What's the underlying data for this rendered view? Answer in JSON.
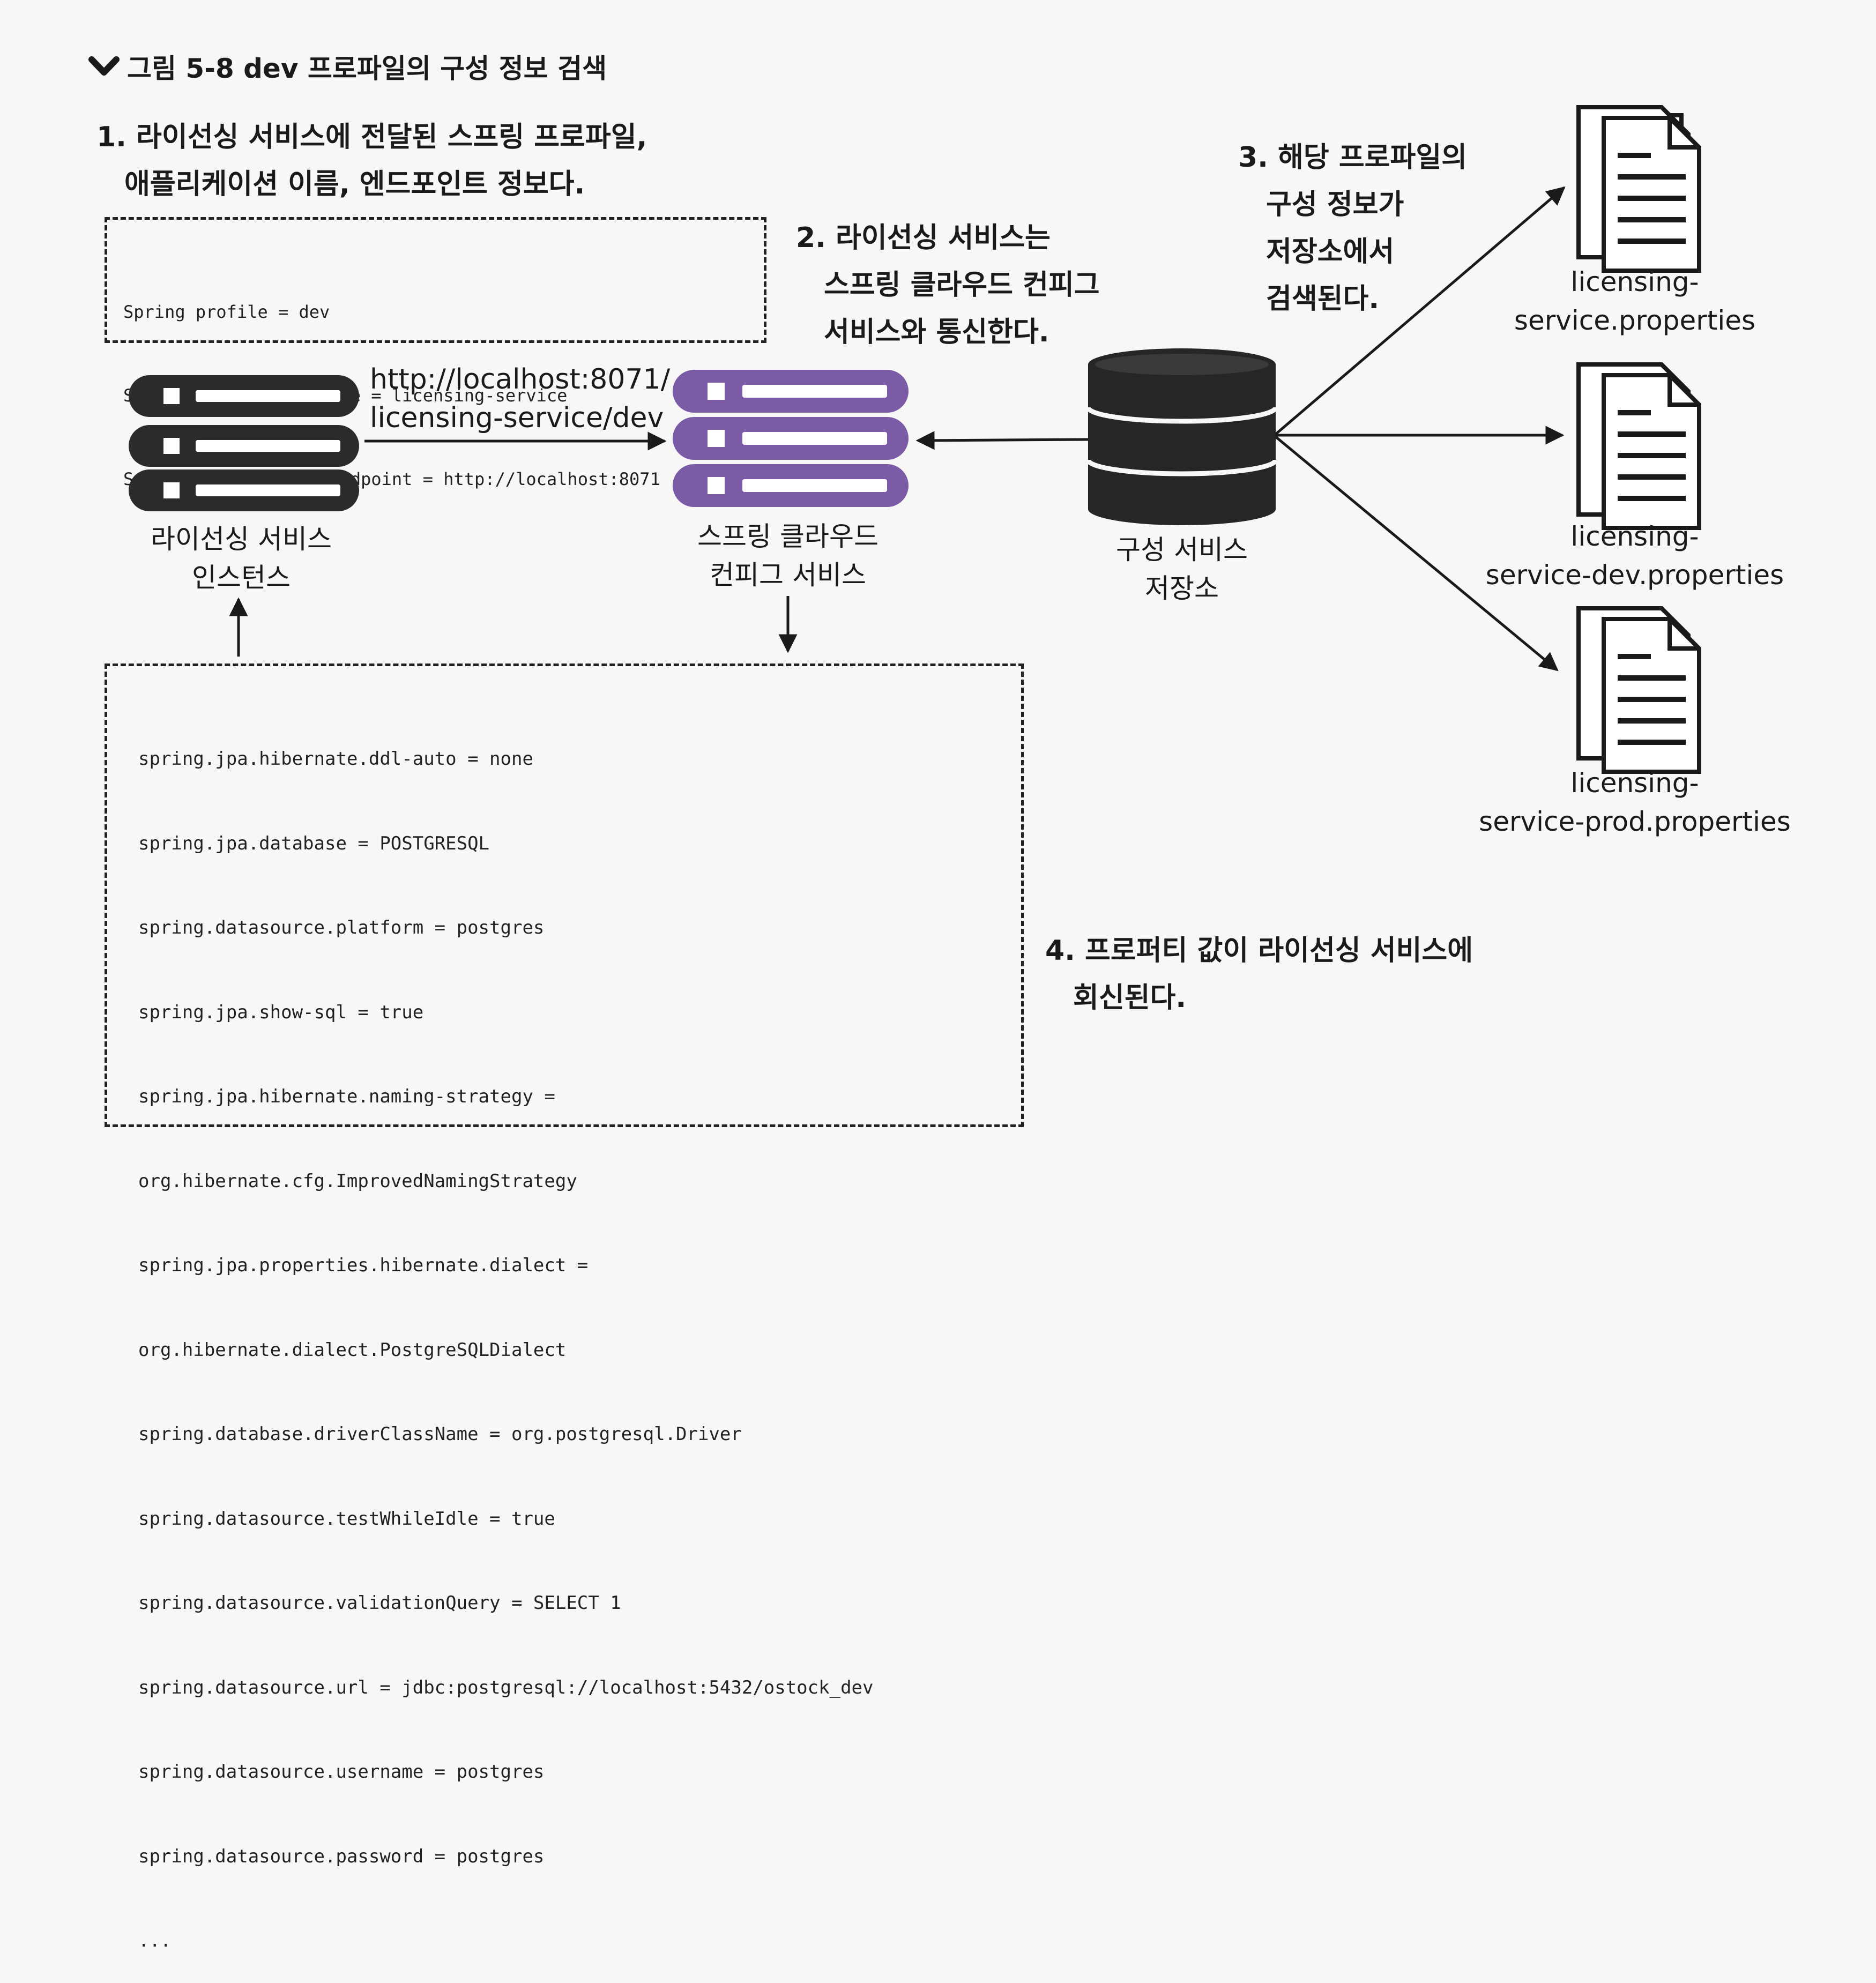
{
  "figure": {
    "caption": "그림 5-8 dev 프로파일의 구성 정보 검색"
  },
  "steps": {
    "step1": [
      "1. 라이선싱 서비스에 전달된 스프링 프로파일,",
      "애플리케이션 이름, 엔드포인트 정보다."
    ],
    "step2": [
      "2. 라이선싱 서비스는",
      "스프링 클라우드 컨피그",
      "서비스와 통신한다."
    ],
    "step3": [
      "3. 해당 프로파일의",
      "구성 정보가",
      "저장소에서",
      "검색된다."
    ],
    "step4": [
      "4. 프로퍼티 값이 라이선싱 서비스에",
      "회신된다."
    ]
  },
  "request_box": {
    "lines": [
      "Spring profile = dev",
      "Spring application name = licensing-service",
      "Spring Cloud config endpoint = http://localhost:8071"
    ]
  },
  "request_url": [
    "http://localhost:8071/",
    "licensing-service/dev"
  ],
  "nodes": {
    "licensing": [
      "라이선싱 서비스",
      "인스턴스"
    ],
    "config_server": [
      "스프링 클라우드",
      "컨피그 서비스"
    ],
    "repository": [
      "구성 서비스",
      "저장소"
    ]
  },
  "files": [
    [
      "licensing-",
      "service.properties"
    ],
    [
      "licensing-",
      "service-dev.properties"
    ],
    [
      "licensing-",
      "service-prod.properties"
    ]
  ],
  "response_box": {
    "lines": [
      "spring.jpa.hibernate.ddl-auto = none",
      "spring.jpa.database = POSTGRESQL",
      "spring.datasource.platform = postgres",
      "spring.jpa.show-sql = true",
      "spring.jpa.hibernate.naming-strategy =",
      "org.hibernate.cfg.ImprovedNamingStrategy",
      "spring.jpa.properties.hibernate.dialect =",
      "org.hibernate.dialect.PostgreSQLDialect",
      "spring.database.driverClassName = org.postgresql.Driver",
      "spring.datasource.testWhileIdle = true",
      "spring.datasource.validationQuery = SELECT 1",
      "spring.datasource.url = jdbc:postgresql://localhost:5432/ostock_dev",
      "spring.datasource.username = postgres",
      "spring.datasource.password = postgres",
      "..."
    ]
  },
  "colors": {
    "server_dark": "#2b2b2b",
    "server_purple": "#7b5aa6",
    "db": "#262626",
    "ink": "#1a1a1a"
  },
  "icons": {
    "caption": "chevron-down-icon",
    "licensing": "server-stack-icon",
    "config_server": "server-stack-icon",
    "repository": "database-icon",
    "files": "document-icon"
  }
}
